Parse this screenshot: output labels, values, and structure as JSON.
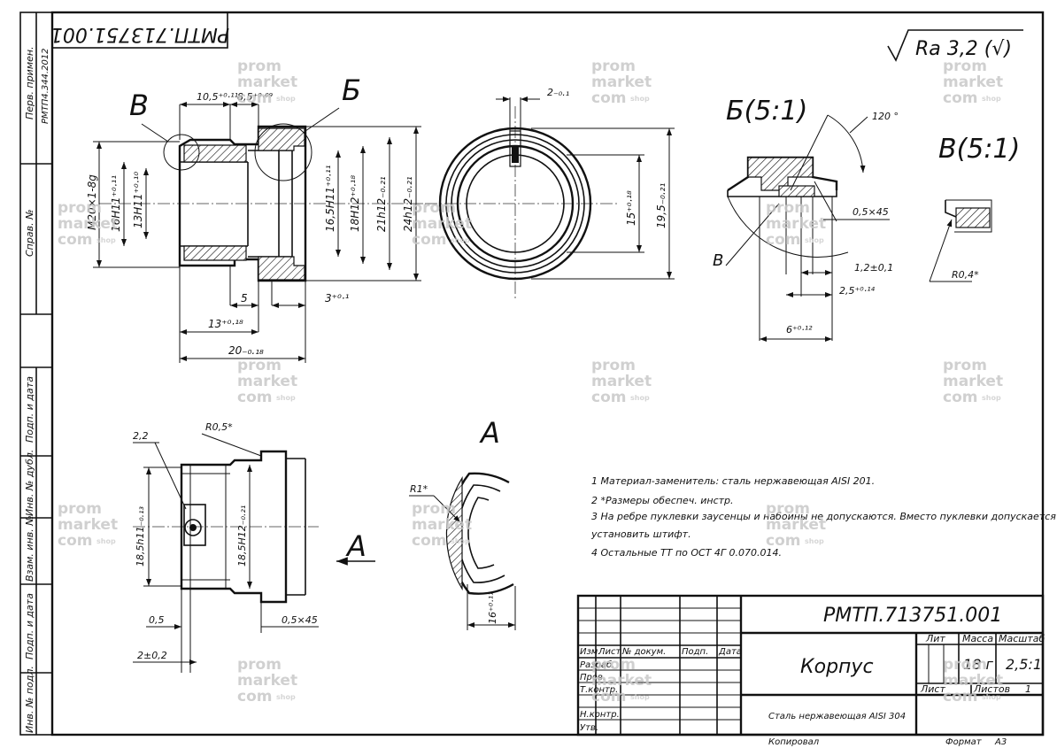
{
  "stamp_top": "РМТП.713751.001",
  "roughness": "Ra 3,2 (√)",
  "side_labels": {
    "perv_primen": "Перв. примен.",
    "perv_code": "РМТП4.344.2012",
    "sprav": "Справ. №",
    "podp_data_1": "Подп. и дата",
    "inv_dubl": "Инв. № дубл.",
    "vzam_inv": "Взам. инв. №",
    "podp_data_2": "Подп. и дата",
    "inv_podl": "Инв. № подл."
  },
  "view_labels": {
    "v": "В",
    "b": "Б",
    "b_detail": "Б(5:1)",
    "v_detail": "В(5:1)",
    "a": "А",
    "a_arrow": "А",
    "v_leader": "В"
  },
  "dims_main": {
    "d1": "10,5⁺⁰·¹¹",
    "d2": "8,5⁺⁰·⁰⁹",
    "d3": "М20×1-8g",
    "d4": "16Н11⁺⁰·¹¹",
    "d5": "13Н11⁺⁰·¹⁰",
    "d6": "16,5Н11⁺⁰·¹¹",
    "d7": "18Н12⁺⁰·¹⁸",
    "d8": "21h12₋₀.₂₁",
    "d9": "24h12₋₀.₂₁",
    "d10": "5",
    "d11": "3⁺⁰·¹",
    "d12": "13⁺⁰·¹⁸",
    "d13": "20₋₀.₁₈"
  },
  "dims_side": {
    "s1": "2₋₀.₁",
    "s2": "15⁺⁰·¹⁸",
    "s3": "19,5₋₀.₂₁"
  },
  "dims_b": {
    "angle": "120 °",
    "chamfer": "0,5×45",
    "c1": "1,2±0,1",
    "c2": "2,5⁺⁰·¹⁴",
    "c3": "6⁺⁰·¹²"
  },
  "dims_v": {
    "r": "R0,4*"
  },
  "dims_bottom": {
    "b1": "2,2",
    "b2": "R0,5*",
    "b3": "18,5h11₋₀.₁₃",
    "b4": "18,5Н12₋₀.₂₁",
    "b5": "0,5",
    "b6": "0,5×45",
    "b7": "2±0,2"
  },
  "dims_a": {
    "r": "R1*",
    "w": "16⁺⁰·¹¹"
  },
  "notes": [
    "1  Материал-заменитель: сталь нержавеющая AISI 201.",
    "2  *Размеры обеспеч. инстр.",
    "3  На ребре пуклевки заусенцы и набоины не допускаются. Вместо пуклевки допускается",
    "установить штифт.",
    "4  Остальные ТТ по ОСТ 4Г 0.070.014."
  ],
  "title_block": {
    "designation": "РМТП.713751.001",
    "name": "Корпус",
    "material": "Сталь нержавеющая AISI 304",
    "lit": "Лит",
    "massa": "Масса",
    "masshtab": "Масштаб",
    "mass_value": "18 г",
    "scale_value": "2,5:1",
    "list": "Лист",
    "listov": "Листов",
    "listov_value": "1",
    "header_cols": [
      "Изм.",
      "Лист",
      "№ докум.",
      "Подп.",
      "Дата"
    ],
    "rows": [
      "Разраб.",
      "Пров.",
      "Т.контр.",
      "",
      "Н.контр.",
      "Утв."
    ],
    "kopiroval": "Копировал",
    "format_label": "Формат",
    "format_value": "А3"
  },
  "watermark": {
    "w1": "prom",
    "w2": "market",
    "w3": "com",
    "w4": "shop"
  }
}
